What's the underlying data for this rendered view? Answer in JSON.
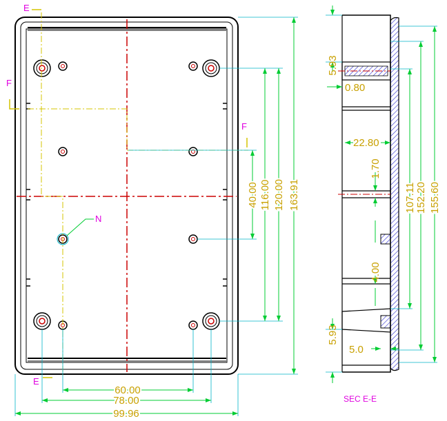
{
  "front_view": {
    "section_marks": {
      "e_top": "E",
      "e_bottom": "E",
      "f_left": "F",
      "f_right": "F",
      "n": "N"
    },
    "dims": {
      "w60": "60.00",
      "w78": "78.00",
      "w9996": "99.96",
      "v40": "40.00",
      "v116": "116.00",
      "v120": "120.00",
      "v16391": "163.91"
    }
  },
  "section_view": {
    "title": "SEC E-E",
    "dims": {
      "d593_top": "5.93",
      "d080": "0.80",
      "d2280": "22.80",
      "d170": "1.70",
      "d400": "4.00",
      "d593_bottom": "5.93",
      "d50": "5.0",
      "d10711": "107.11",
      "d15220": "152.20",
      "d15560": "155.60"
    }
  },
  "colors": {
    "outline": "#000000",
    "dimension_line": "#00cc33",
    "dimension_text": "#c8a000",
    "center_line": "#cc0000",
    "section_line": "#d4c400",
    "hatch": "#2a2ad0",
    "label": "#e000e0",
    "extension": "#00b4c8"
  }
}
